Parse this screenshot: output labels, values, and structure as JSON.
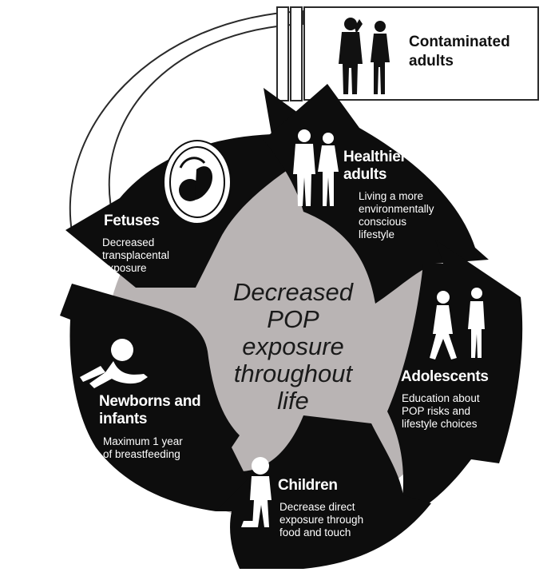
{
  "center": {
    "lines": [
      "Decreased",
      "POP",
      "exposure",
      "throughout",
      "life"
    ]
  },
  "contaminated": {
    "lines": [
      "Contaminated",
      "adults"
    ]
  },
  "stages": [
    {
      "id": "fetuses",
      "title": [
        "Fetuses"
      ],
      "desc": [
        "Decreased",
        "transplacental",
        "exposure"
      ]
    },
    {
      "id": "healthier-adults",
      "title": [
        "Healthier",
        "adults"
      ],
      "desc": [
        "Living a more",
        "environmentally",
        "conscious",
        "lifestyle"
      ]
    },
    {
      "id": "adolescents",
      "title": [
        "Adolescents"
      ],
      "desc": [
        "Education about",
        "POP risks and",
        "lifestyle choices"
      ]
    },
    {
      "id": "children",
      "title": [
        "Children"
      ],
      "desc": [
        "Decrease direct",
        "exposure through",
        "food and touch"
      ]
    },
    {
      "id": "newborns",
      "title": [
        "Newborns and",
        "infants"
      ],
      "desc": [
        "Maximum 1 year",
        "of breastfeeding"
      ]
    }
  ],
  "colors": {
    "segment": "#0d0d0d",
    "hub": "#b9b4b4",
    "text_light": "#ffffff",
    "text_dark": "#1a1a1a",
    "outline": "#2a2a2a"
  },
  "icons": [
    "fetus-icon",
    "adult-couple-icon",
    "adolescent-couple-icon",
    "child-icon",
    "infant-icon",
    "contaminated-adults-icon"
  ]
}
